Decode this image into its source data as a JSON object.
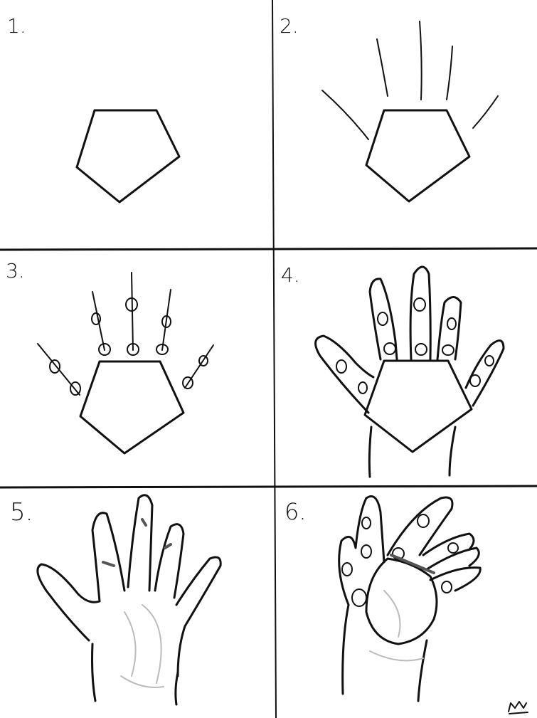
{
  "panels": [
    {
      "label": "1."
    },
    {
      "label": "2."
    },
    {
      "label": "3."
    },
    {
      "label": "4."
    },
    {
      "label": "5."
    },
    {
      "label": "6."
    }
  ],
  "signature": "M"
}
